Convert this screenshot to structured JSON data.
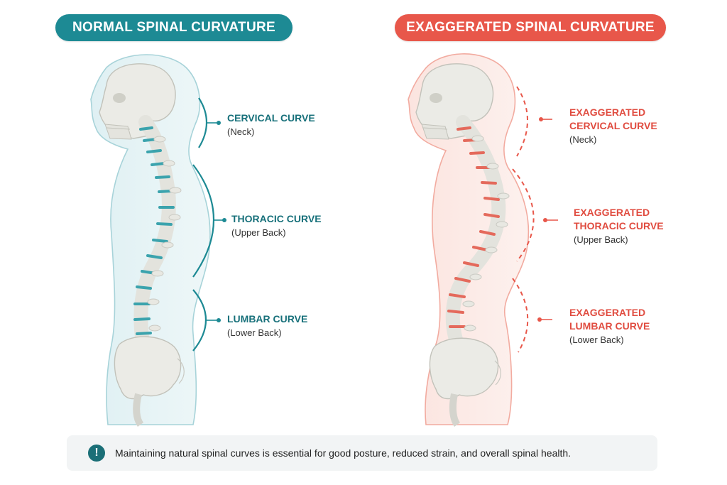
{
  "headers": {
    "normal": "NORMAL SPINAL CURVATURE",
    "exaggerated": "EXAGGERATED SPINAL CURVATURE"
  },
  "normal_labels": {
    "cervical": {
      "title": "CERVICAL CURVE",
      "sub": "(Neck)"
    },
    "thoracic": {
      "title": "THORACIC CURVE",
      "sub": "(Upper Back)"
    },
    "lumbar": {
      "title": "LUMBAR CURVE",
      "sub": "(Lower Back)"
    }
  },
  "exaggerated_labels": {
    "cervical": {
      "line1": "EXAGGERATED",
      "line2": "CERVICAL CURVE",
      "sub": "(Neck)"
    },
    "thoracic": {
      "line1": "EXAGGERATED",
      "line2": "THORACIC CURVE",
      "sub": "(Upper Back)"
    },
    "lumbar": {
      "line1": "EXAGGERATED",
      "line2": "LUMBAR CURVE",
      "sub": "(Lower Back)"
    }
  },
  "note": {
    "icon": "!",
    "text": "Maintaining natural spinal curves is essential for good posture, reduced strain, and overall spinal health."
  },
  "colors": {
    "teal": "#1d8a94",
    "coral": "#e8574a",
    "bone": "#ebebe6"
  }
}
